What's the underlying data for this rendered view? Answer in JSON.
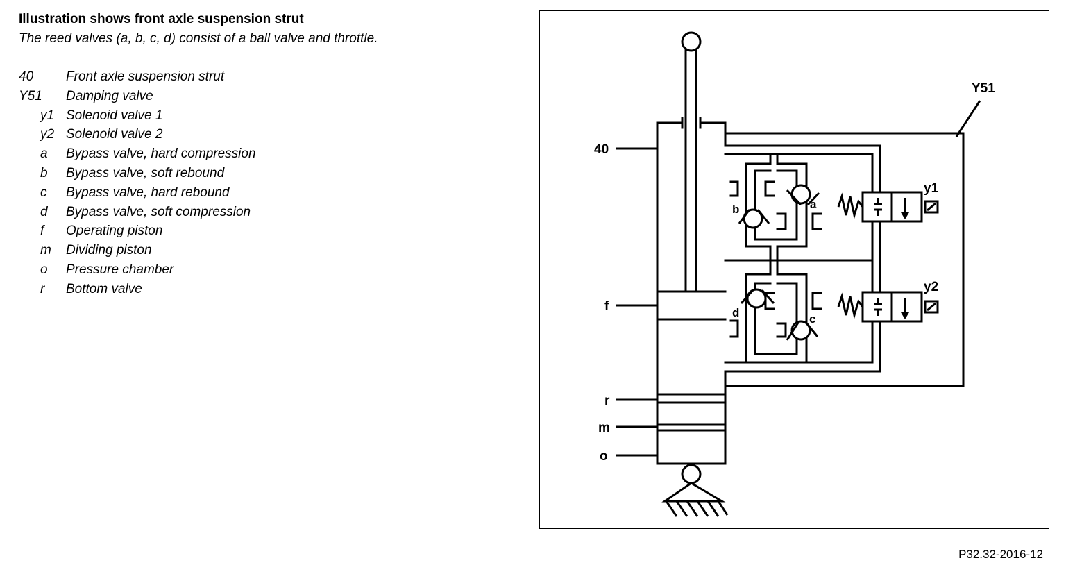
{
  "header": {
    "title": "Illustration shows front axle suspension strut",
    "subtitle": "The reed valves (a, b, c, d) consist of a ball valve and throttle."
  },
  "legend": [
    {
      "code": "40",
      "desc": "Front axle suspension strut",
      "indent": false
    },
    {
      "code": "Y51",
      "desc": "Damping valve",
      "indent": false
    },
    {
      "code": "y1",
      "desc": "Solenoid valve 1",
      "indent": true
    },
    {
      "code": "y2",
      "desc": "Solenoid valve 2",
      "indent": true
    },
    {
      "code": "a",
      "desc": "Bypass valve, hard compression",
      "indent": true
    },
    {
      "code": "b",
      "desc": "Bypass valve, soft rebound",
      "indent": true
    },
    {
      "code": "c",
      "desc": "Bypass valve, hard rebound",
      "indent": true
    },
    {
      "code": "d",
      "desc": "Bypass valve, soft compression",
      "indent": true
    },
    {
      "code": "f",
      "desc": "Operating piston",
      "indent": true
    },
    {
      "code": "m",
      "desc": "Dividing piston",
      "indent": true
    },
    {
      "code": "o",
      "desc": "Pressure chamber",
      "indent": true
    },
    {
      "code": "r",
      "desc": "Bottom valve",
      "indent": true
    }
  ],
  "diagram_labels": {
    "strut": "40",
    "damping_valve": "Y51",
    "solenoid_1": "y1",
    "solenoid_2": "y2",
    "valve_a": "a",
    "valve_b": "b",
    "valve_c": "c",
    "valve_d": "d",
    "piston_f": "f",
    "bottom_valve": "r",
    "dividing_piston": "m",
    "pressure_chamber": "o"
  },
  "reference": "P32.32-2016-12"
}
